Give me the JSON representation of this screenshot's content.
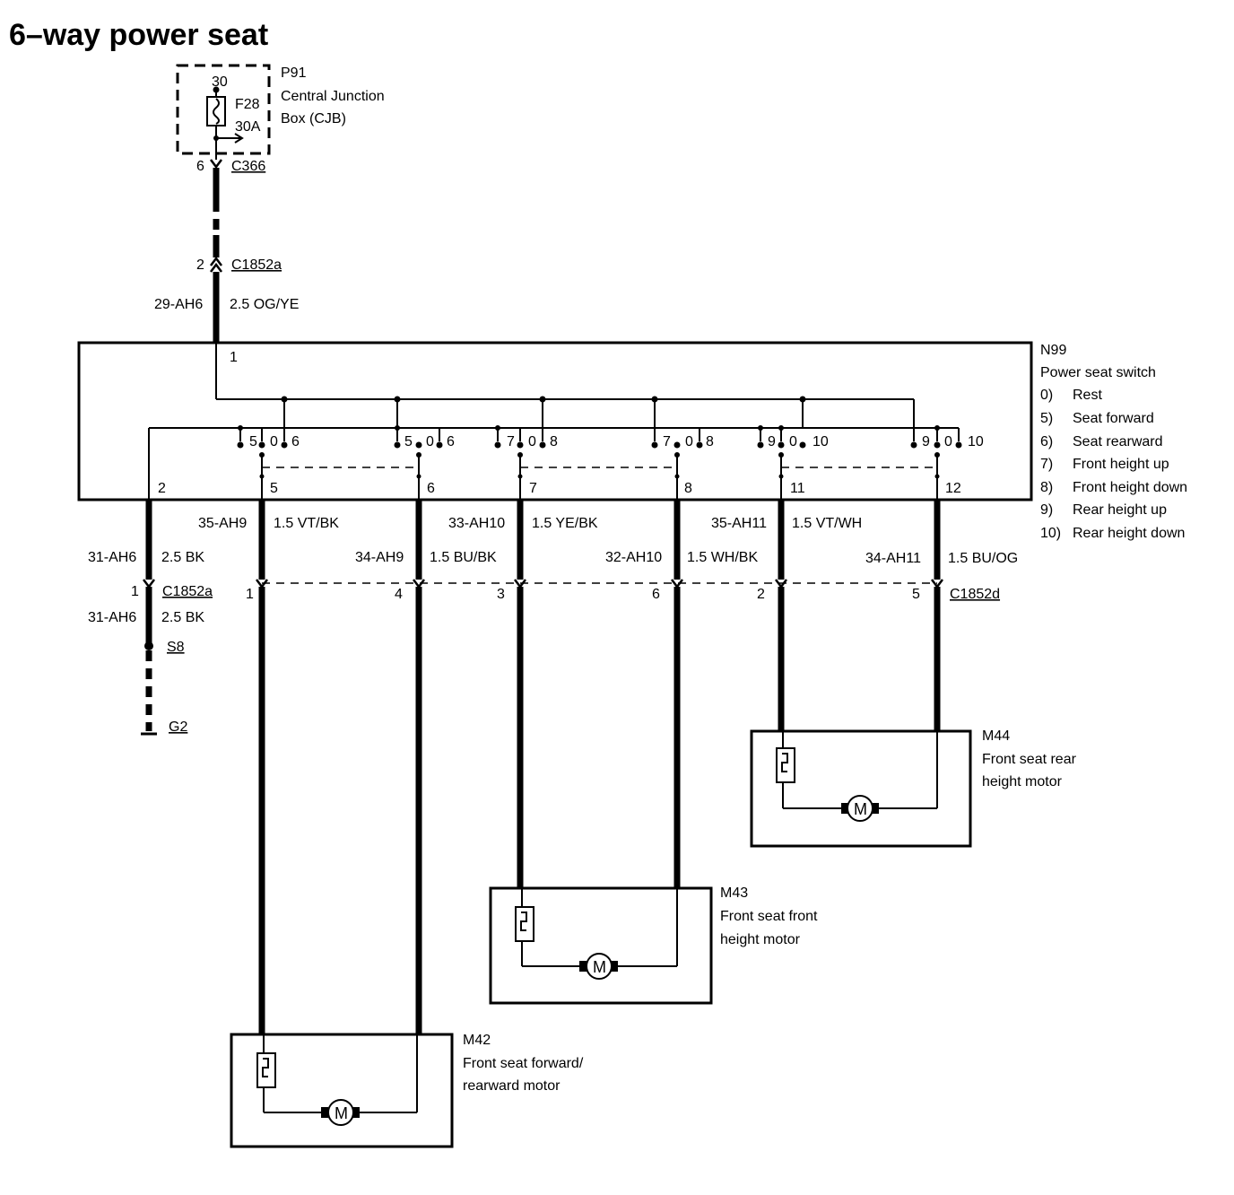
{
  "title": "6–way power seat",
  "cjb": {
    "id": "P91",
    "name_line1": "Central Junction",
    "name_line2": "Box (CJB)",
    "terminal": "30",
    "fuse": "F28",
    "fuse_rating": "30A"
  },
  "connectors": {
    "c366": {
      "name": "C366",
      "pin": "6"
    },
    "c1852a_top": {
      "name": "C1852a",
      "pin": "2"
    },
    "c1852a_ground": {
      "name": "C1852a",
      "pin": "1"
    },
    "c1852d": {
      "name": "C1852d",
      "pins": [
        "1",
        "4",
        "3",
        "6",
        "2",
        "5"
      ]
    }
  },
  "feed_wire": {
    "circuit": "29-AH6",
    "spec": "2.5 OG/YE"
  },
  "switch": {
    "id": "N99",
    "name": "Power seat switch",
    "legend": [
      {
        "num": "0)",
        "text": "Rest"
      },
      {
        "num": "5)",
        "text": "Seat forward"
      },
      {
        "num": "6)",
        "text": "Seat rearward"
      },
      {
        "num": "7)",
        "text": "Front height up"
      },
      {
        "num": "8)",
        "text": "Front height down"
      },
      {
        "num": "9)",
        "text": "Rear height up"
      },
      {
        "num": "10)",
        "text": "Rear height down"
      }
    ],
    "pins": [
      "1",
      "2",
      "5",
      "6",
      "7",
      "8",
      "11",
      "12"
    ],
    "contacts": [
      [
        "5",
        "0",
        "6"
      ],
      [
        "5",
        "0",
        "6"
      ],
      [
        "7",
        "0",
        "8"
      ],
      [
        "7",
        "0",
        "8"
      ],
      [
        "9",
        "0",
        "10"
      ],
      [
        "9",
        "0",
        "10"
      ]
    ]
  },
  "wires": [
    {
      "circuit": "35-AH9",
      "spec": "1.5 VT/BK"
    },
    {
      "circuit": "34-AH9",
      "spec": "1.5 BU/BK"
    },
    {
      "circuit": "33-AH10",
      "spec": "1.5 YE/BK"
    },
    {
      "circuit": "32-AH10",
      "spec": "1.5 WH/BK"
    },
    {
      "circuit": "35-AH11",
      "spec": "1.5 VT/WH"
    },
    {
      "circuit": "34-AH11",
      "spec": "1.5 BU/OG"
    }
  ],
  "ground": {
    "circuit1": "31-AH6",
    "spec1": "2.5 BK",
    "circuit2": "31-AH6",
    "spec2": "2.5 BK",
    "splice": "S8",
    "ground": "G2"
  },
  "motors": {
    "m42": {
      "id": "M42",
      "line1": "Front seat forward/",
      "line2": "rearward motor",
      "symbol": "M"
    },
    "m43": {
      "id": "M43",
      "line1": "Front seat front",
      "line2": "height motor",
      "symbol": "M"
    },
    "m44": {
      "id": "M44",
      "line1": "Front seat rear",
      "line2": "height motor",
      "symbol": "M"
    }
  }
}
